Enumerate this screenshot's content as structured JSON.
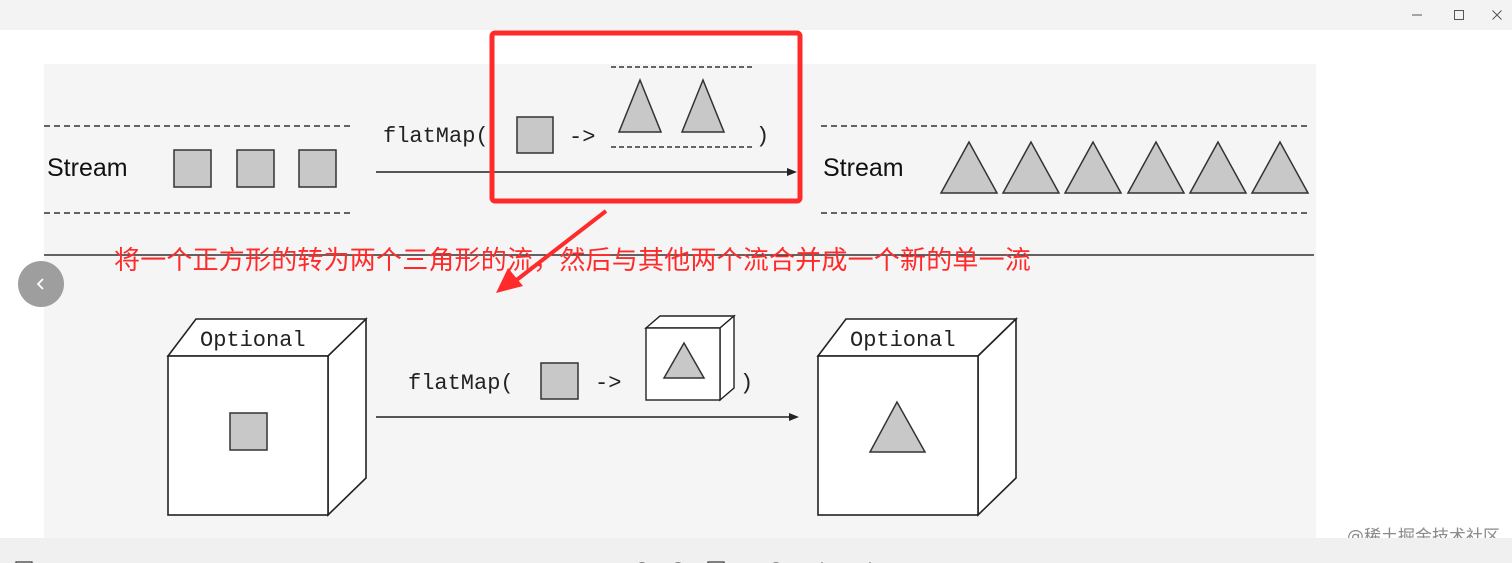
{
  "window": {
    "controls": {
      "minimize": "minimize-icon",
      "maximize": "maximize-icon",
      "close": "close-icon"
    }
  },
  "diagram": {
    "stream_row": {
      "input_label": "Stream",
      "function_open": "flatMap(",
      "arrow": "->",
      "function_close": ")",
      "output_label": "Stream",
      "input_items": 3,
      "output_items_per_input": 2,
      "output_items": 6
    },
    "optional_row": {
      "input_label": "Optional",
      "function_open": "flatMap(",
      "arrow": "->",
      "function_close": ")",
      "output_label": "Optional"
    },
    "colors": {
      "shape_fill": "#c8c8c8",
      "highlight": "#ff2a2a"
    }
  },
  "annotation": {
    "text": "将一个正方形的转为两个三角形的流，然后与其他两个流合并成一个新的单一流"
  },
  "navigation": {
    "prev_icon": "chevron-left-icon"
  },
  "watermark": "@稀土掘金技术社区"
}
